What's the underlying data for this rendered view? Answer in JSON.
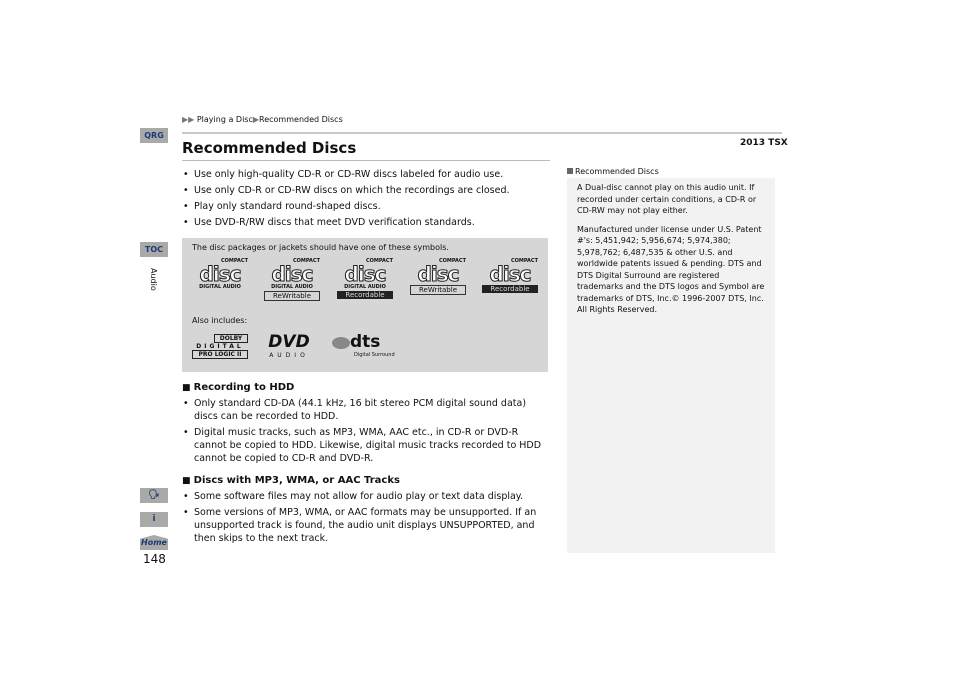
{
  "breadcrumb": {
    "arrows": "▶▶",
    "item1": "Playing a Disc",
    "sep": "▶",
    "item2": "Recommended Discs"
  },
  "model": "2013 TSX",
  "side_nav": {
    "qrg": "QRG",
    "toc": "TOC",
    "section": "Audio",
    "voice_icon": "voice-command-icon",
    "info_icon": "info-icon",
    "home": "Home"
  },
  "page_number": "148",
  "title": "Recommended Discs",
  "bullets": [
    "Use only high-quality CD-R or CD-RW discs labeled for audio use.",
    "Use only CD-R or CD-RW discs on which the recordings are closed.",
    "Play only standard round-shaped discs.",
    "Use DVD-R/RW discs that meet DVD verification standards."
  ],
  "symbols": {
    "caption": "The disc packages or jackets should have one of these symbols.",
    "also": "Also includes:",
    "logos": [
      {
        "top": "COMPACT",
        "main": "disc",
        "sub": "DIGITAL AUDIO",
        "tag": ""
      },
      {
        "top": "COMPACT",
        "main": "disc",
        "sub": "DIGITAL AUDIO",
        "tag": "ReWritable"
      },
      {
        "top": "COMPACT",
        "main": "disc",
        "sub": "DIGITAL AUDIO",
        "tag": "Recordable"
      },
      {
        "top": "COMPACT",
        "main": "disc",
        "sub": "",
        "tag": "ReWritable"
      },
      {
        "top": "COMPACT",
        "main": "disc",
        "sub": "",
        "tag": "Recordable"
      }
    ],
    "dolby": {
      "a": "DOLBY",
      "b": "DIGITAL",
      "c": "PRO LOGIC II"
    },
    "dvd": {
      "a": "DVD",
      "b": "AUDIO"
    },
    "dts": {
      "a": "dts",
      "b": "Digital Surround"
    }
  },
  "hdd": {
    "heading": "Recording to HDD",
    "bullets": [
      "Only standard CD-DA (44.1 kHz, 16 bit stereo PCM digital sound data) discs can be recorded to HDD.",
      "Digital music tracks, such as MP3, WMA, AAC etc., in CD-R or DVD-R cannot be copied to HDD. Likewise, digital music tracks recorded to HDD cannot be copied to CD-R and DVD-R."
    ]
  },
  "mp3": {
    "heading": "Discs with MP3, WMA, or AAC Tracks",
    "bullets": [
      "Some software files may not allow for audio play or text data display.",
      "Some versions of MP3, WMA, or AAC formats may be unsupported. If an unsupported track is found, the audio unit displays UNSUPPORTED, and then skips to the next track."
    ]
  },
  "note": {
    "title": "Recommended Discs",
    "p1": "A Dual-disc cannot play on this audio unit. If recorded under certain conditions, a CD-R or CD-RW may not play either.",
    "p2": "Manufactured under license under U.S. Patent #'s: 5,451,942; 5,956,674; 5,974,380; 5,978,762; 6,487,535 & other U.S. and worldwide patents issued & pending. DTS and DTS Digital Surround are registered trademarks and the DTS logos and Symbol are trademarks of DTS, Inc.© 1996-2007 DTS, Inc. All Rights Reserved."
  }
}
